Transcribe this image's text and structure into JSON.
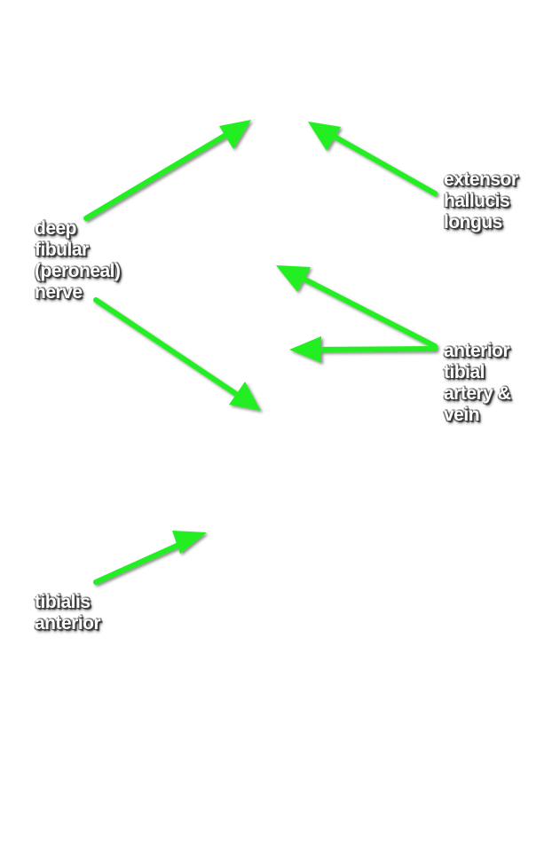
{
  "labels": {
    "extensor_hallucis_longus": [
      "extensor",
      "hallucis",
      "longus"
    ],
    "deep_fibular_nerve": [
      "deep",
      "fibular",
      "(peroneal)",
      "nerve"
    ],
    "anterior_tibial_artery_vein": [
      "anterior",
      "tibial",
      "artery &",
      "vein"
    ],
    "tibialis_anterior": [
      "tibialis",
      "anterior"
    ]
  },
  "colors": {
    "arrow": "#22ee22",
    "arrow_outline": "#0a7a0a",
    "label_text": "#ffffff",
    "label_shadow": "#3a3a3a",
    "background": "#ffffff"
  }
}
